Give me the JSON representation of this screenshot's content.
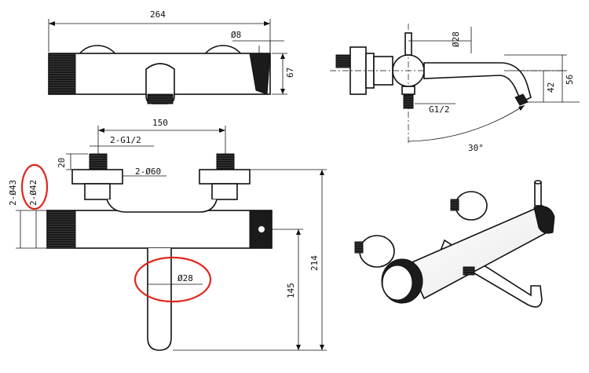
{
  "dimensions": {
    "overall_length": "264",
    "handle_dia": "Ø8",
    "body_height": "67",
    "spout_pipe_dia": "Ø28",
    "spout_drop_outer": "56",
    "spout_drop_inner": "42",
    "outlet_thread": "G1/2",
    "swivel_angle": "30°",
    "inlet_spacing": "150",
    "inlet_thread": "2-G1/2",
    "inlet_length": "20",
    "flange_dia": "2-Ø60",
    "end_dia_outer": "2-Ø43",
    "end_dia_inner": "2-Ø42",
    "outlet_pipe_dia": "Ø28",
    "outlet_height": "145",
    "total_height": "214"
  },
  "colors": {
    "line": "#111111",
    "knurl": "#1b1b1b",
    "highlight": "#e0261b"
  }
}
